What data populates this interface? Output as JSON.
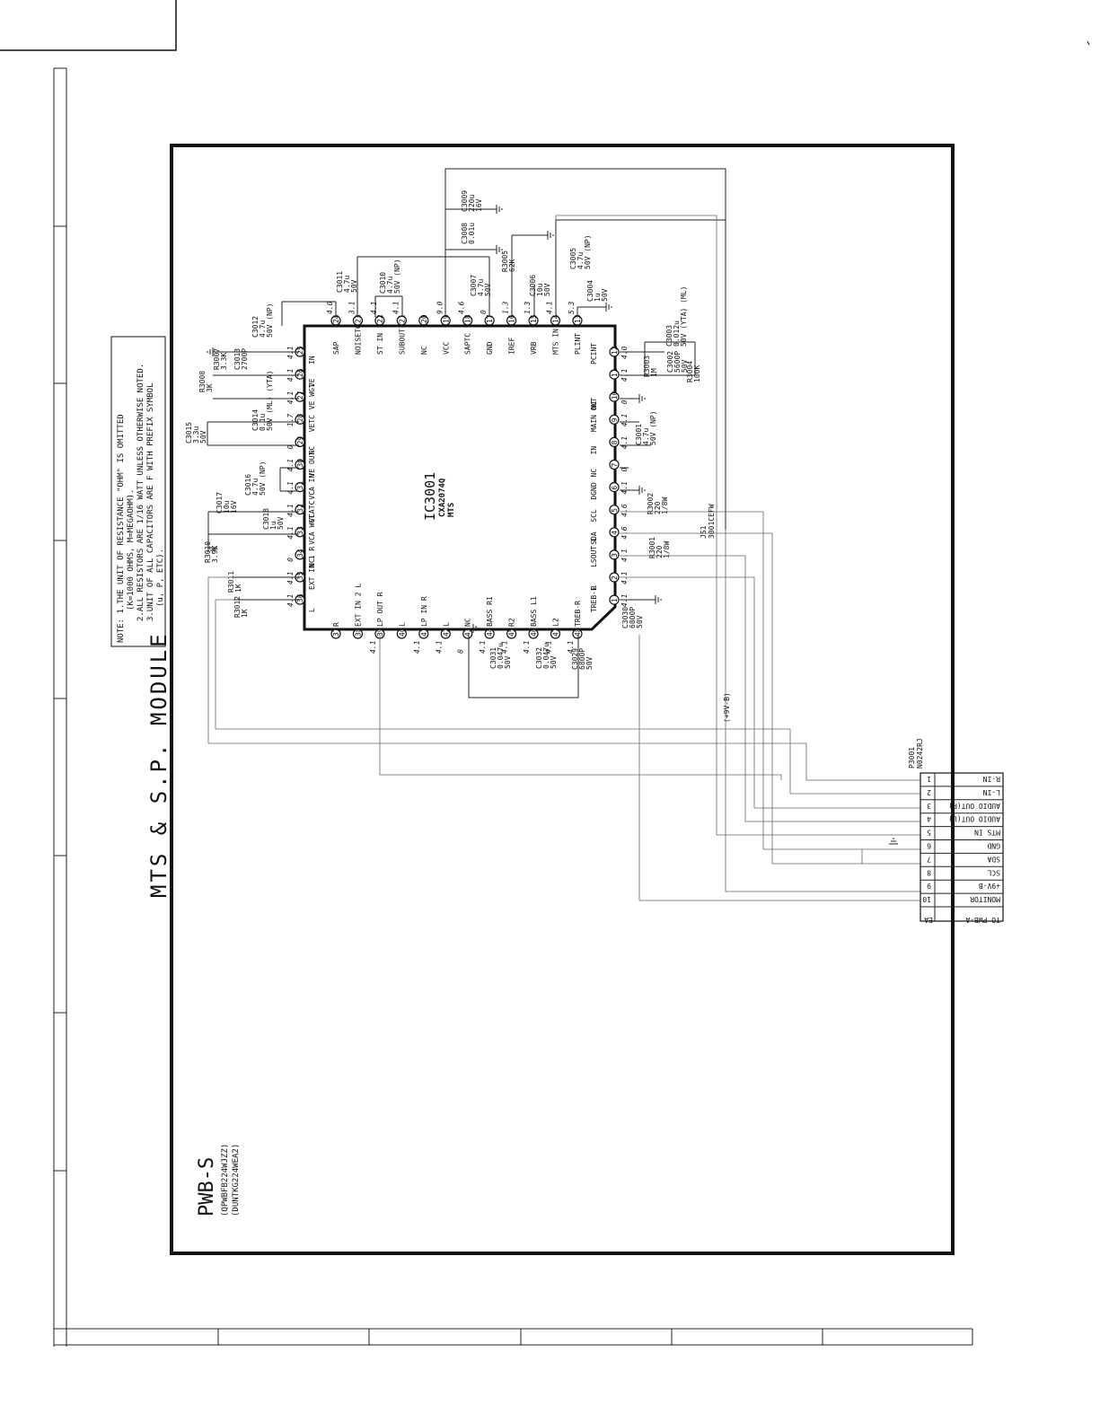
{
  "header_box": "",
  "title": "MTS & S.P. MODULE",
  "board": {
    "name": "PWB-S",
    "code1": "(QPWBFB224WJZZ)",
    "code2": "(DUNTKG224WEA2)"
  },
  "notes": {
    "line1": "NOTE: 1.THE UNIT OF RESISTANCE \"OHM\" IS OMITTED",
    "line2": "(K=1000 OHMS, M=MEGAOHM).",
    "line3": "2.ALL RESISTORS ARE 1/16 WATT UNLESS OTHERWISE NOTED.",
    "line4": "3.UNIT OF ALL CAPACITORS ARE F WITH PREFIX SYMBOL",
    "line5": "(u, P, ETC)."
  },
  "ic": {
    "ref": "IC3001",
    "part": "CXA2074Q",
    "func": "MTS"
  },
  "ic_signals_top": [
    {
      "pin": "24",
      "label": "SAP",
      "volt": "4.0"
    },
    {
      "pin": "23",
      "label": "NOISETC",
      "volt": "3.1"
    },
    {
      "pin": "22",
      "label": "ST IN",
      "volt": "4.1"
    },
    {
      "pin": "21",
      "label": "SUBOUT",
      "volt": "4.1"
    },
    {
      "pin": "20",
      "label": "NC",
      "volt": ""
    },
    {
      "pin": "19",
      "label": "VCC",
      "volt": "9.0"
    },
    {
      "pin": "18",
      "label": "SAPTC",
      "volt": "4.6"
    },
    {
      "pin": "17",
      "label": "GND",
      "volt": "0"
    },
    {
      "pin": "16",
      "label": "IREF",
      "volt": "1.3"
    },
    {
      "pin": "15",
      "label": "VRB",
      "volt": "1.3"
    },
    {
      "pin": "14",
      "label": "MTS IN",
      "volt": "4.1"
    },
    {
      "pin": "13",
      "label": "PLINT",
      "volt": "5.3"
    }
  ],
  "ic_signals_right": [
    {
      "pin": "12",
      "label": "PCINT",
      "volt": "4.0"
    },
    {
      "pin": "11",
      "label": "",
      "volt": "4.1"
    },
    {
      "pin": "10",
      "label": "NC",
      "volt": "0"
    },
    {
      "pin": "9",
      "label": "MAIN OUT",
      "volt": "4.1"
    },
    {
      "pin": "8",
      "label": "IN",
      "volt": "4.1"
    },
    {
      "pin": "7",
      "label": "NC",
      "volt": "0"
    },
    {
      "pin": "6",
      "label": "DGND",
      "volt": "4.1"
    },
    {
      "pin": "5",
      "label": "SCL",
      "volt": "4.6"
    },
    {
      "pin": "4",
      "label": "SDA",
      "volt": "4.6"
    },
    {
      "pin": "3",
      "label": "LSOUT L",
      "volt": "4.1"
    },
    {
      "pin": "2",
      "label": "R",
      "volt": "4.1"
    },
    {
      "pin": "1",
      "label": "TREB-L",
      "volt": "4.1"
    }
  ],
  "ic_signals_left": [
    {
      "pin": "25",
      "label": "IN",
      "volt": "4.1"
    },
    {
      "pin": "26",
      "label": "VE",
      "volt": "4.1"
    },
    {
      "pin": "27",
      "label": "VE WGT",
      "volt": "4.1"
    },
    {
      "pin": "28",
      "label": "VETC",
      "volt": "1.7"
    },
    {
      "pin": "29",
      "label": "NC",
      "volt": "0"
    },
    {
      "pin": "30",
      "label": "VE OUT",
      "volt": "4.1"
    },
    {
      "pin": "31",
      "label": "VCA IN",
      "volt": "4.1"
    },
    {
      "pin": "32",
      "label": "VCATC",
      "volt": "4.1"
    },
    {
      "pin": "33",
      "label": "VCA WGT",
      "volt": "4.1"
    },
    {
      "pin": "34",
      "label": "NC",
      "volt": "0"
    },
    {
      "pin": "35",
      "label": "EXT IN 1 R",
      "volt": "4.1"
    },
    {
      "pin": "36",
      "label": "L",
      "volt": "4.1"
    }
  ],
  "ic_signals_bottom": [
    {
      "pin": "37",
      "label": "R",
      "volt": ""
    },
    {
      "pin": "38",
      "label": "EXT IN 2 L",
      "volt": ""
    },
    {
      "pin": "39",
      "label": "LP OUT R",
      "volt": "4.1"
    },
    {
      "pin": "40",
      "label": "L",
      "volt": ""
    },
    {
      "pin": "41",
      "label": "LP IN R",
      "volt": "4.1"
    },
    {
      "pin": "42",
      "label": "L",
      "volt": "4.1"
    },
    {
      "pin": "43",
      "label": "NC",
      "volt": "0"
    },
    {
      "pin": "44",
      "label": "BASS R1",
      "volt": "4.1"
    },
    {
      "pin": "45",
      "label": "R2",
      "volt": "4.1"
    },
    {
      "pin": "46",
      "label": "BASS L1",
      "volt": "4.1"
    },
    {
      "pin": "47",
      "label": "L2",
      "volt": "4.1"
    },
    {
      "pin": "48",
      "label": "TREB-R",
      "volt": "4.1"
    }
  ],
  "components": [
    {
      "ref": "C3009",
      "val": "220u",
      "rating": "16V"
    },
    {
      "ref": "C3008",
      "val": "0.01u",
      "rating": ""
    },
    {
      "ref": "C3007",
      "val": "4.7u",
      "rating": "50V"
    },
    {
      "ref": "R3005",
      "val": "62K",
      "rating": ""
    },
    {
      "ref": "C3006",
      "val": "10u",
      "rating": "50V"
    },
    {
      "ref": "C3005",
      "val": "4.7u",
      "rating": "50V (NP)"
    },
    {
      "ref": "C3004",
      "val": "1u",
      "rating": "50V"
    },
    {
      "ref": "C3011",
      "val": "4.7u",
      "rating": "50V"
    },
    {
      "ref": "C3010",
      "val": "4.7u",
      "rating": "50V (NP)"
    },
    {
      "ref": "C3012",
      "val": "4.7u",
      "rating": "50V (NP)"
    },
    {
      "ref": "R3007",
      "val": "3.3K",
      "rating": ""
    },
    {
      "ref": "C3013",
      "val": "2700P",
      "rating": ""
    },
    {
      "ref": "R3008",
      "val": "3K",
      "rating": ""
    },
    {
      "ref": "C3014",
      "val": "0.1u",
      "rating": "50V (ML) (YTA)"
    },
    {
      "ref": "C3015",
      "val": "3.3u",
      "rating": "50V"
    },
    {
      "ref": "C3016",
      "val": "4.7u",
      "rating": "50V (NP)"
    },
    {
      "ref": "C3017",
      "val": "10u",
      "rating": "16V"
    },
    {
      "ref": "C3018",
      "val": "1u",
      "rating": "50V"
    },
    {
      "ref": "R3010",
      "val": "3.9K",
      "rating": ""
    },
    {
      "ref": "R3011",
      "val": "1K",
      "rating": ""
    },
    {
      "ref": "R3012",
      "val": "1K",
      "rating": ""
    },
    {
      "ref": "C3003",
      "val": "0.012u",
      "rating": "50V (YTA) (ML)"
    },
    {
      "ref": "R3003",
      "val": "1M",
      "rating": ""
    },
    {
      "ref": "C3002",
      "val": "5600P",
      "rating": "50V"
    },
    {
      "ref": "R3004",
      "val": "100K",
      "rating": ""
    },
    {
      "ref": "C3001",
      "val": "4.7u",
      "rating": "50V (NP)"
    },
    {
      "ref": "R3002",
      "val": "220",
      "rating": "1/8W"
    },
    {
      "ref": "R3001",
      "val": "220",
      "rating": "1/8W"
    },
    {
      "ref": "C3030",
      "val": "6800P",
      "rating": "50V"
    },
    {
      "ref": "C3031",
      "val": "0.047u",
      "rating": "50V"
    },
    {
      "ref": "C3032",
      "val": "0.047u",
      "rating": "50V"
    },
    {
      "ref": "C3029",
      "val": "6800P",
      "rating": "50V"
    }
  ],
  "jumper": {
    "ref": "JS1",
    "part": "3001CEFW"
  },
  "supply_label": "(+9V-B)",
  "connector": {
    "ref": "P3001",
    "part": "N0242RJ",
    "header": "TO PWB-A",
    "code": "EA",
    "pins": [
      {
        "num": "1",
        "name": "R-IN"
      },
      {
        "num": "2",
        "name": "L-IN"
      },
      {
        "num": "3",
        "name": "AUDIO OUT(R)"
      },
      {
        "num": "4",
        "name": "AUDIO OUT(L)"
      },
      {
        "num": "5",
        "name": "MTS IN"
      },
      {
        "num": "6",
        "name": "GND"
      },
      {
        "num": "7",
        "name": "SDA"
      },
      {
        "num": "8",
        "name": "SCL"
      },
      {
        "num": "9",
        "name": "+9V-B"
      },
      {
        "num": "10",
        "name": "MONITOR"
      }
    ]
  },
  "colors": {
    "ink": "#111111",
    "wire": "#444444",
    "paper": "#ffffff"
  }
}
